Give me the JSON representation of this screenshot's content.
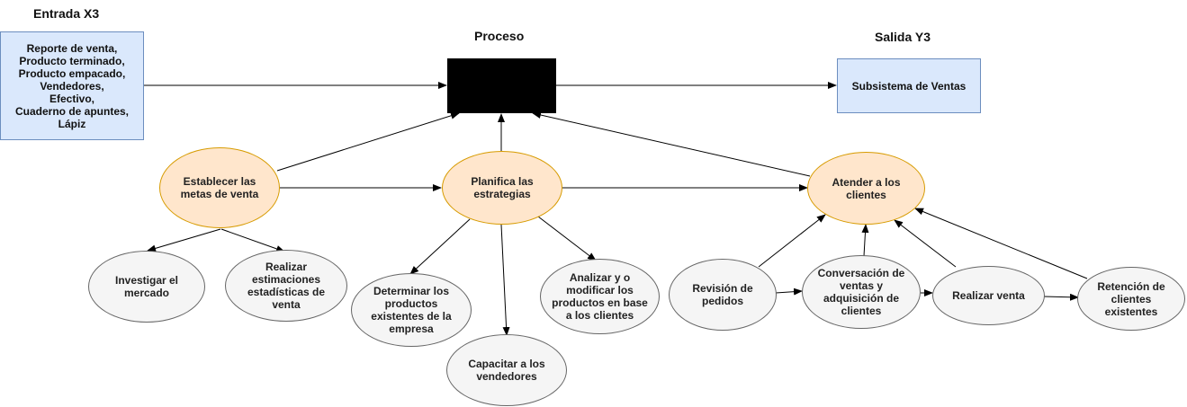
{
  "headers": {
    "input": "Entrada X3",
    "process": "Proceso",
    "output": "Salida Y3"
  },
  "boxes": {
    "inputs": "Reporte de venta,\nProducto terminado,\nProducto empacado,\nVendedores,\nEfectivo,\nCuaderno de apuntes,\nLápiz",
    "output": "Subsistema de Ventas"
  },
  "nodes": {
    "metas": "Establecer las\nmetas de venta",
    "estrategias": "Planifica las\nestrategias",
    "atender": "Atender a los\nclientes",
    "investigar": "Investigar el\nmercado",
    "estimaciones": "Realizar\nestimaciones\nestadísticas de\nventa",
    "productos": "Determinar los\nproductos\nexistentes de la\nempresa",
    "capacitar": "Capacitar a los\nvendedores",
    "analizar": "Analizar y o\nmodificar los\nproductos en base\na los clientes",
    "revision": "Revisión de\npedidos",
    "conversacion": "Conversación de\nventas y\nadquisición de\nclientes",
    "realizar_venta": "Realizar venta",
    "retencion": "Retención de\nclientes\nexistentes"
  },
  "colors": {
    "blue_fill": "#dae8fc",
    "blue_stroke": "#6c8ebf",
    "orange_fill": "#ffe6cc",
    "orange_stroke": "#d79b00",
    "grey_fill": "#f5f5f5",
    "grey_stroke": "#666666",
    "process_fill": "#000000"
  }
}
